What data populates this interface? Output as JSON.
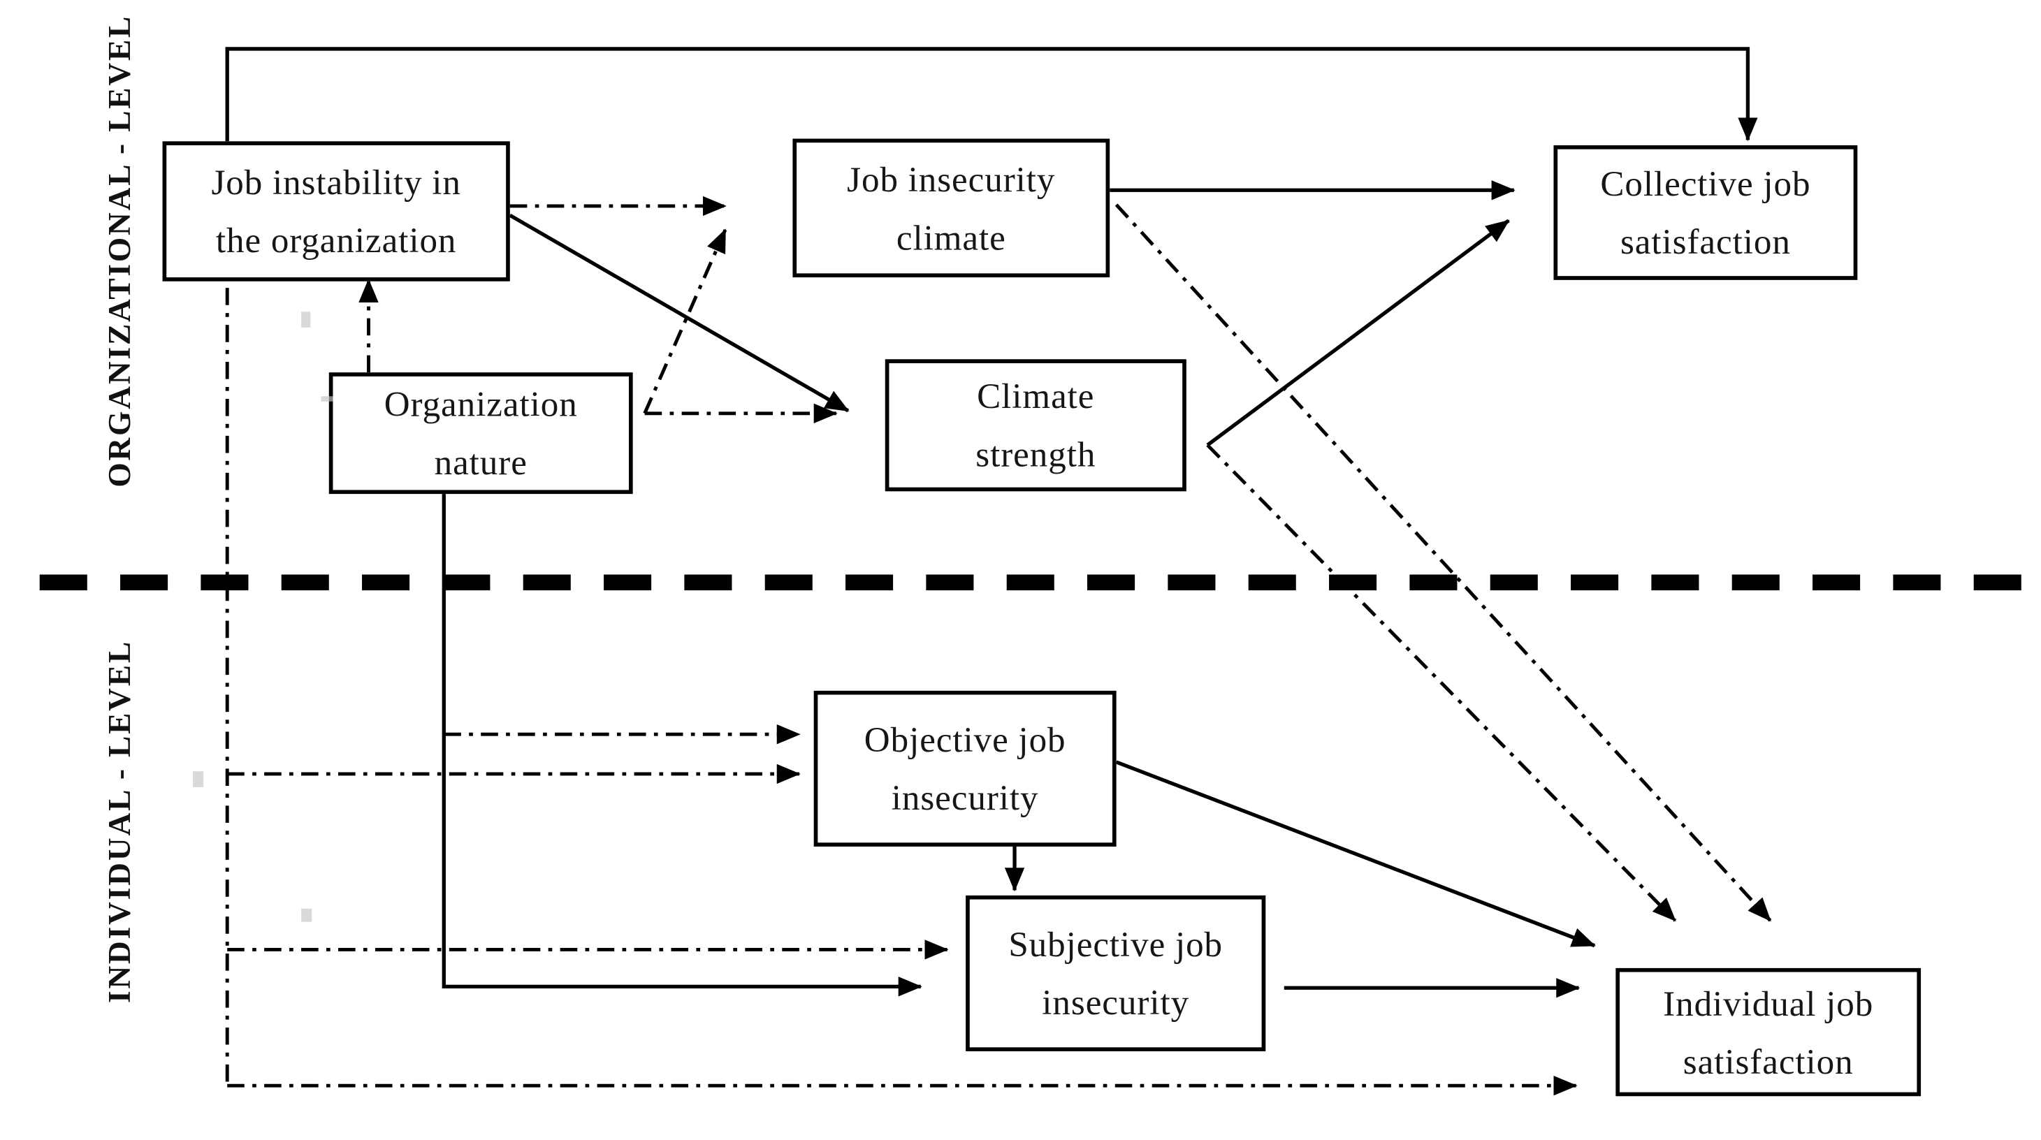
{
  "page": {
    "background": "#ffffff",
    "ink_color": "#000000",
    "text_color": "#161616"
  },
  "section_labels": {
    "organizational": "ORGANIZATIONAL - LEVEL",
    "individual": "INDIVIDUAL - LEVEL"
  },
  "boxes": {
    "job_instability": {
      "lines": [
        "Job instability in",
        "the organization"
      ]
    },
    "job_insecurity_climate": {
      "lines": [
        "Job insecurity",
        "climate"
      ]
    },
    "collective_job_satisfaction": {
      "lines": [
        "Collective job",
        "satisfaction"
      ]
    },
    "organization_nature": {
      "lines": [
        "Organization",
        "nature"
      ]
    },
    "climate_strength": {
      "lines": [
        "Climate",
        "strength"
      ]
    },
    "objective_job_insecurity": {
      "lines": [
        "Objective job",
        "insecurity"
      ]
    },
    "subjective_job_insecurity": {
      "lines": [
        "Subjective job",
        "insecurity"
      ]
    },
    "individual_job_satisfaction": {
      "lines": [
        "Individual job",
        "satisfaction"
      ]
    }
  },
  "edges": [
    {
      "from": "job_instability",
      "to": "collective_job_satisfaction",
      "style": "solid",
      "route": "top-elbow"
    },
    {
      "from": "organization_nature",
      "to": "job_instability",
      "style": "dash-dot"
    },
    {
      "from": "job_instability",
      "to": "job_insecurity_climate",
      "style": "dash-dot"
    },
    {
      "from": "job_instability",
      "to": "climate_strength",
      "style": "solid"
    },
    {
      "from": "emergence_path",
      "to": "climate_strength",
      "style": "dash-dot",
      "route": "triangle"
    },
    {
      "from": "job_insecurity_climate",
      "to": "collective_job_satisfaction",
      "style": "solid"
    },
    {
      "from": "climate_strength",
      "to": "collective_job_satisfaction",
      "style": "solid"
    },
    {
      "from": "job_insecurity_climate",
      "to": "individual_job_satisfaction",
      "style": "dash-dot"
    },
    {
      "from": "climate_strength",
      "to": "individual_job_satisfaction",
      "style": "dash-dot"
    },
    {
      "from": "organization_nature",
      "to": "objective_job_insecurity",
      "style": "dash-dot"
    },
    {
      "from": "left_rail",
      "to": "objective_job_insecurity",
      "style": "dash-dot"
    },
    {
      "from": "left_rail",
      "to": "subjective_job_insecurity",
      "style": "dash-dot"
    },
    {
      "from": "left_rail",
      "to": "individual_job_satisfaction",
      "style": "dash-dot"
    },
    {
      "from": "organization_nature",
      "to": "subjective_job_insecurity",
      "style": "solid",
      "route": "bent"
    },
    {
      "from": "objective_job_insecurity",
      "to": "subjective_job_insecurity",
      "style": "solid"
    },
    {
      "from": "objective_job_insecurity",
      "to": "individual_job_satisfaction",
      "style": "solid"
    },
    {
      "from": "subjective_job_insecurity",
      "to": "individual_job_satisfaction",
      "style": "solid"
    }
  ]
}
